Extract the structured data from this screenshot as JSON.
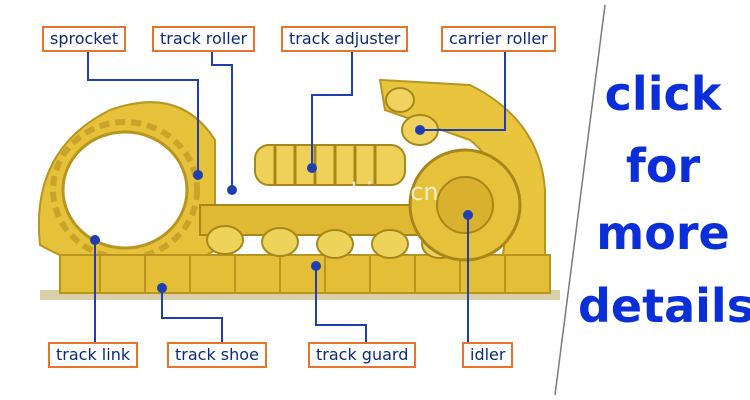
{
  "labels": {
    "sprocket": "sprocket",
    "track_roller": "track roller",
    "track_adjuster": "track adjuster",
    "carrier_roller": "carrier roller",
    "track_link": "track link",
    "track_shoe": "track shoe",
    "track_guard": "track guard",
    "idler": "idler"
  },
  "cta": {
    "line1": "click",
    "line2": "for",
    "line3": "more",
    "line4": "details"
  },
  "watermark": "en.china.cn",
  "colors": {
    "label_border": "#e8742a",
    "label_text": "#0d2a7a",
    "leader_line": "#1f3fb0",
    "cta_text": "#0a2ed8",
    "machine_yellow": "#e9c93a"
  }
}
